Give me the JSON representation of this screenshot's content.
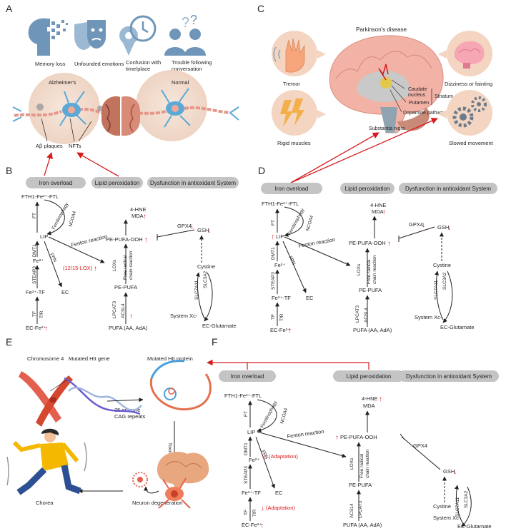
{
  "colors": {
    "icon_blue": "#6f96b8",
    "pill": "#c4c4c4",
    "red": "#d7191c",
    "black": "#231f20",
    "neuron": "#5aa9d6",
    "nucleus": "#f3a79a",
    "axon": "#e6968a",
    "beige": "#f4e2d6",
    "brain_pink": "#f2b2a6"
  },
  "panels": {
    "a": "A",
    "b": "B",
    "c": "C",
    "d": "D",
    "e": "E",
    "f": "F"
  },
  "panel_a": {
    "symptoms": [
      "Memory loss",
      "Unfounded emotions",
      "Confusion with",
      "time/place",
      "Trouble following",
      "conversation"
    ],
    "alzheimers": "Alzheimer's",
    "normal": "Normal",
    "ab_plaques": "Aβ plaques",
    "nfts": "NFTs"
  },
  "panel_c": {
    "title": "Parkinson's disease",
    "symptoms": [
      "Tremor",
      "Rigid muscles",
      "Dizziness or fainting",
      "Slowed movement"
    ],
    "caudate_nucleus": [
      "Caudate",
      "nucleus"
    ],
    "striatum": "Striatum",
    "putamen": "Putamen",
    "dopamine_pathway": "Dopamine pathway",
    "substantia_nigra": "Substantia nigra"
  },
  "panel_e": {
    "chromosome": "Chromosome 4",
    "mutated_gene": "Mutated Htt gene",
    "mutated_protein": "Mutated Htt protein",
    "cag_repeats": [
      "35 or more",
      "CAG repeats"
    ],
    "toxic_effect": "Toxic effect",
    "chorea": "Chorea",
    "neuron_degeneration": "Neuron degeneration"
  },
  "pathway": {
    "iron_overload": "Iron overload",
    "lipid_peroxidation": "Lipid peroxidation",
    "antioxidant": "Dysfunction in antioxidant System",
    "fth1": "FTH1-Fe³⁺-FTL",
    "ft": "FT",
    "ferritinophagy": "Ferritinophagy",
    "ncoa4": "NCOA4",
    "lip": "LIP",
    "fenton": "Fenton reaction",
    "dmt1": "DMT1",
    "fe2": "Fe²⁺",
    "fpn": "FPN",
    "steap3": "STEAP3",
    "fe3tf": "Fe³⁺-TF",
    "ec": "EC",
    "tf": "TF",
    "tfr": "TfR",
    "ec_fe3": "EC-Fe³⁺",
    "hne": "4-HNE",
    "mda": "MDA",
    "pe_pufa_ooh": "PE-PUFA-OOH",
    "loxs": "LOXs",
    "free_radical": [
      "Free radical",
      "chain reaction"
    ],
    "pe_pufa": "PE-PUFA",
    "lpcat3": "LPCAT3",
    "acsl4": "ACSL4",
    "pufa": "PUFA (AA, AdA)",
    "gpx4": "GPX4",
    "gsh": "GSH",
    "cystine": "Cystine",
    "slc7a11": "SLC7A11",
    "slc3a2": "SLC3A2",
    "system_xc": "System Xc-",
    "ec_glutamate": "EC-Glutamate",
    "lox_1215": "(12/15-LOX)",
    "adaptation": "(Adaptation)",
    "up_arrow": "↑",
    "down_arrow": "↓"
  }
}
